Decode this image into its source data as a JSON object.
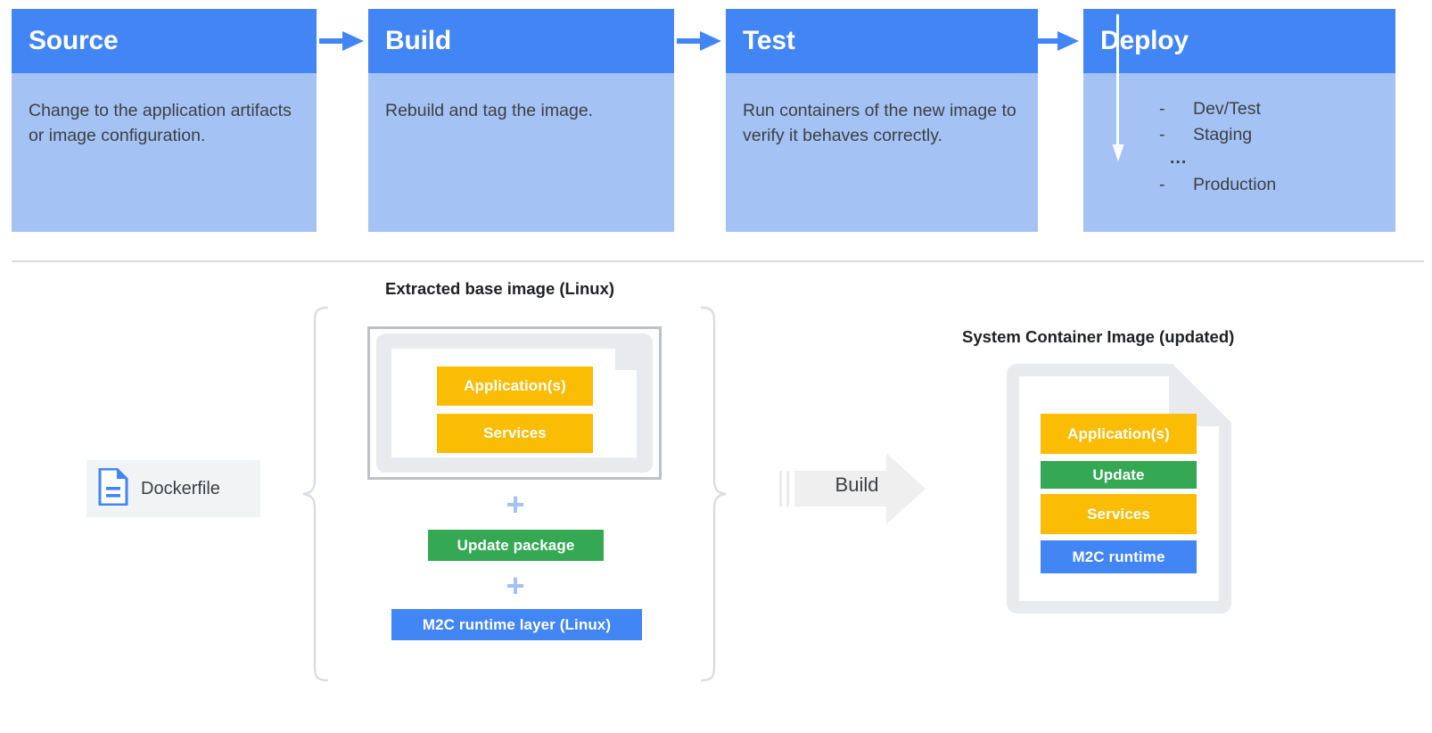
{
  "pipeline": {
    "stages": [
      {
        "title": "Source",
        "description": "Change to the application artifacts or image configuration."
      },
      {
        "title": "Build",
        "description": "Rebuild and tag the image."
      },
      {
        "title": "Test",
        "description": "Run containers of the new image to verify it behaves correctly."
      },
      {
        "title": "Deploy",
        "items": [
          {
            "dash": "-",
            "label": "Dev/Test"
          },
          {
            "dash": "-",
            "label": "Staging"
          },
          {
            "dash": "",
            "label": "..."
          },
          {
            "dash": "-",
            "label": "Production"
          }
        ]
      }
    ],
    "connector_icon": "arrow-right-icon"
  },
  "build_diagram": {
    "dockerfile": {
      "icon": "file-document-icon",
      "label": "Dockerfile"
    },
    "base_caption": "Extracted base image (Linux)",
    "base_image_layers": [
      {
        "label": "Application(s)",
        "color": "#fbbc04"
      },
      {
        "label": "Services",
        "color": "#fbbc04"
      }
    ],
    "plus_1": "+",
    "update_package": {
      "label": "Update package",
      "color": "#34a853"
    },
    "plus_2": "+",
    "runtime_layer": {
      "label": "M2C runtime layer (Linux)",
      "color": "#4285f4"
    },
    "build_action": {
      "label": "Build",
      "icon": "block-arrow-right-icon"
    },
    "result_caption": "System Container Image (updated)",
    "result_layers": [
      {
        "label": "Application(s)",
        "color": "#fbbc04"
      },
      {
        "label": "Update",
        "color": "#34a853"
      },
      {
        "label": "Services",
        "color": "#fbbc04"
      },
      {
        "label": "M2C runtime",
        "color": "#4285f4"
      }
    ]
  },
  "colors": {
    "header_blue": "#4285f4",
    "body_blue": "#a4c2f4",
    "yellow": "#fbbc04",
    "green": "#34a853",
    "blue": "#4285f4",
    "gray_border": "#bdc1c6",
    "light_gray": "#e8eaed",
    "divider": "#dadce0",
    "text": "#3c4043"
  }
}
